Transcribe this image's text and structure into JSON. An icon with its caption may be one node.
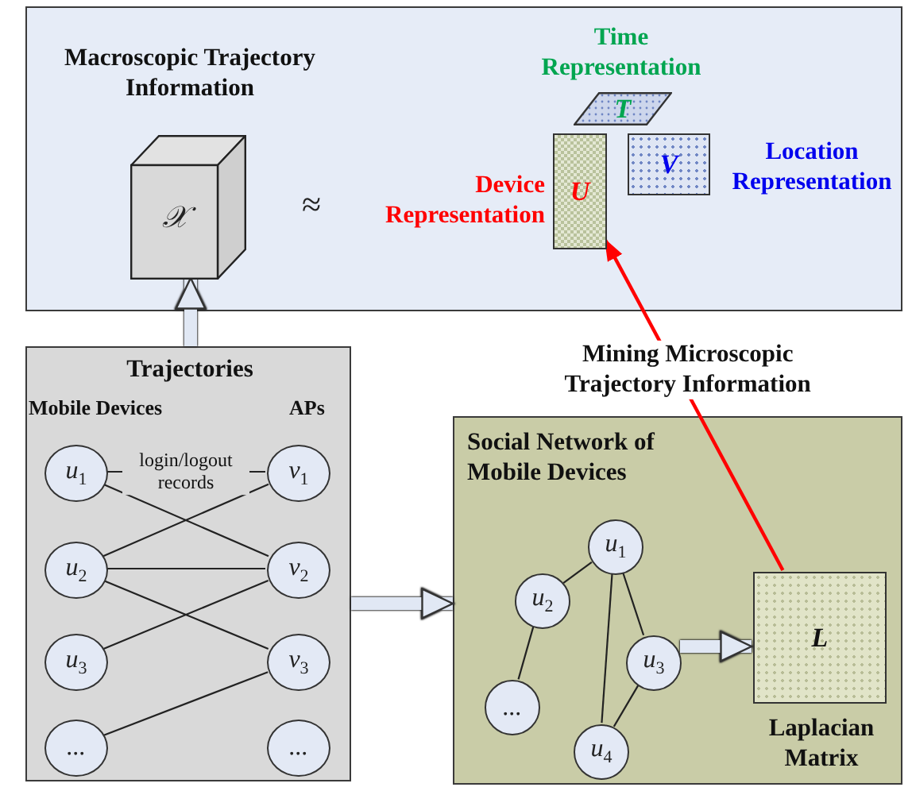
{
  "diagram": {
    "nodes": [
      {
        "text": [],
        "shape": "box"
      },
      {
        "text": [
          "Macroscopic Trajectory Information",
          "𝒳"
        ],
        "in": 0
      },
      {
        "text": [
          "U"
        ],
        "beside": [
          "Device Representation"
        ],
        "in": 0
      },
      {
        "text": [
          "T"
        ],
        "beside": [
          "Time Representation"
        ],
        "in": 0
      },
      {
        "text": [
          "V"
        ],
        "beside": [
          "Location Representation"
        ],
        "in": 0
      },
      {
        "text": [
          "Trajectories"
        ]
      },
      {
        "text": [
          "*u*$_{1}$"
        ],
        "in": 5
      },
      {
        "text": [
          "*v*$_{1}$"
        ],
        "in": 5
      },
      {
        "text": [
          "*u*$_{2}$"
        ],
        "in": 5
      },
      {
        "text": [
          "*v*$_{2}$"
        ],
        "in": 5
      },
      {
        "text": [
          "*u*$_{3}$"
        ],
        "in": 5
      },
      {
        "text": [
          "*v*$_{3}$"
        ],
        "in": 5
      },
      {
        "text": [
          "..."
        ],
        "in": 5
      },
      {
        "text": [
          "..."
        ],
        "in": 5
      },
      {
        "text": [
          "Social Network of Mobile Devices"
        ]
      },
      {
        "text": [
          "*u*$_{1}$"
        ],
        "in": 14
      },
      {
        "text": [
          "*u*$_{2}$"
        ],
        "in": 14
      },
      {
        "text": [
          "*u*$_{3}$"
        ],
        "in": 14
      },
      {
        "text": [
          "..."
        ],
        "in": 14
      },
      {
        "text": [
          "*u*$_{4}$"
        ],
        "in": 14
      },
      {
        "text": [
          "L"
        ],
        "beside": [
          "Laplacian Matrix"
        ],
        "in": 14
      }
    ],
    "edges": [
      {
        "from": 5,
        "to": 1,
        "arrow": "to",
        "style": "thick",
        "color": "#e1e8f4"
      },
      {
        "from": 6,
        "to": 7,
        "arrow": "none",
        "label": "login/logout records"
      },
      {
        "from": 6,
        "to": 9,
        "arrow": "none"
      },
      {
        "from": 8,
        "to": 7,
        "arrow": "none"
      },
      {
        "from": 8,
        "to": 9,
        "arrow": "none"
      },
      {
        "from": 8,
        "to": 11,
        "arrow": "none"
      },
      {
        "from": 10,
        "to": 9,
        "arrow": "none"
      },
      {
        "from": 12,
        "to": 11,
        "arrow": "none"
      },
      {
        "from": 5,
        "to": 14,
        "arrow": "to",
        "style": "thick",
        "color": "#e1e8f4"
      },
      {
        "from": 15,
        "to": 16,
        "arrow": "none"
      },
      {
        "from": 15,
        "to": 17,
        "arrow": "none"
      },
      {
        "from": 15,
        "to": 19,
        "arrow": "none"
      },
      {
        "from": 16,
        "to": 18,
        "arrow": "none"
      },
      {
        "from": 17,
        "to": 19,
        "arrow": "none"
      },
      {
        "from": 17,
        "to": 20,
        "arrow": "to",
        "style": "thick",
        "color": "#e1e8f4"
      },
      {
        "from": 20,
        "to": 2,
        "arrow": "to",
        "label": "Mining Microscopic Trajectory Information",
        "color": "#ff0000"
      }
    ],
    "labels": [
      "≈",
      "Mobile Devices",
      "APs"
    ]
  }
}
